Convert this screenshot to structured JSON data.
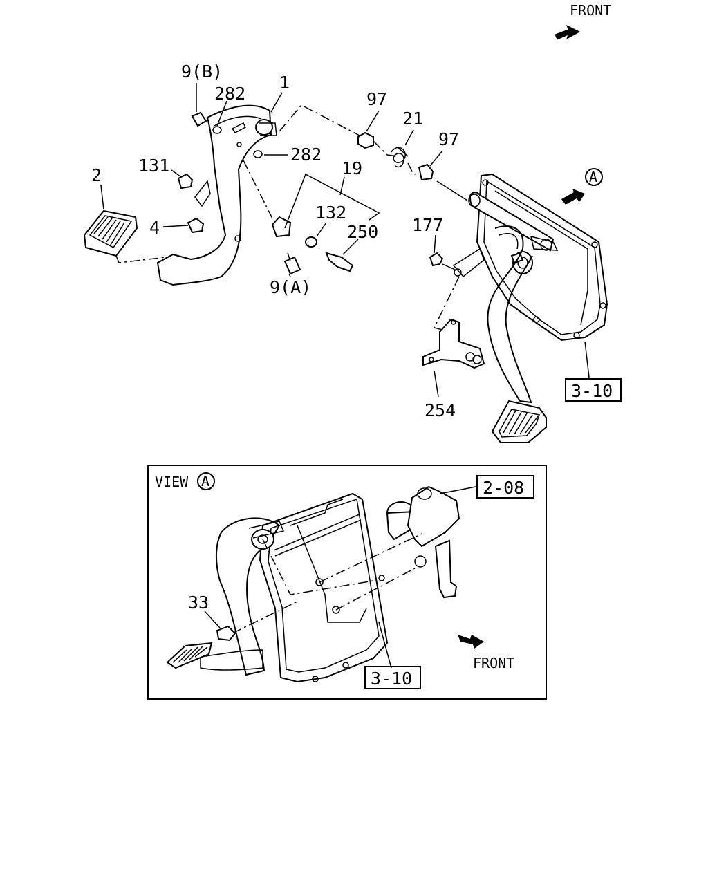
{
  "direction": {
    "front_top": "FRONT",
    "front_view": "FRONT"
  },
  "view_marker": "A",
  "view": {
    "prefix": "VIEW",
    "marker": "A"
  },
  "refs": {
    "ref_3_10_top": "3-10",
    "ref_2_08": "2-08",
    "ref_3_10_view": "3-10"
  },
  "callouts": {
    "p1": "1",
    "p2": "2",
    "p4": "4",
    "p9a": "9(A)",
    "p9b": "9(B)",
    "p19": "19",
    "p21": "21",
    "p33": "33",
    "p97_left": "97",
    "p97_right": "97",
    "p131": "131",
    "p132": "132",
    "p177": "177",
    "p250": "250",
    "p254": "254",
    "p282_top": "282",
    "p282_mid": "282"
  },
  "colors": {
    "line": "#000000",
    "background": "#ffffff"
  }
}
